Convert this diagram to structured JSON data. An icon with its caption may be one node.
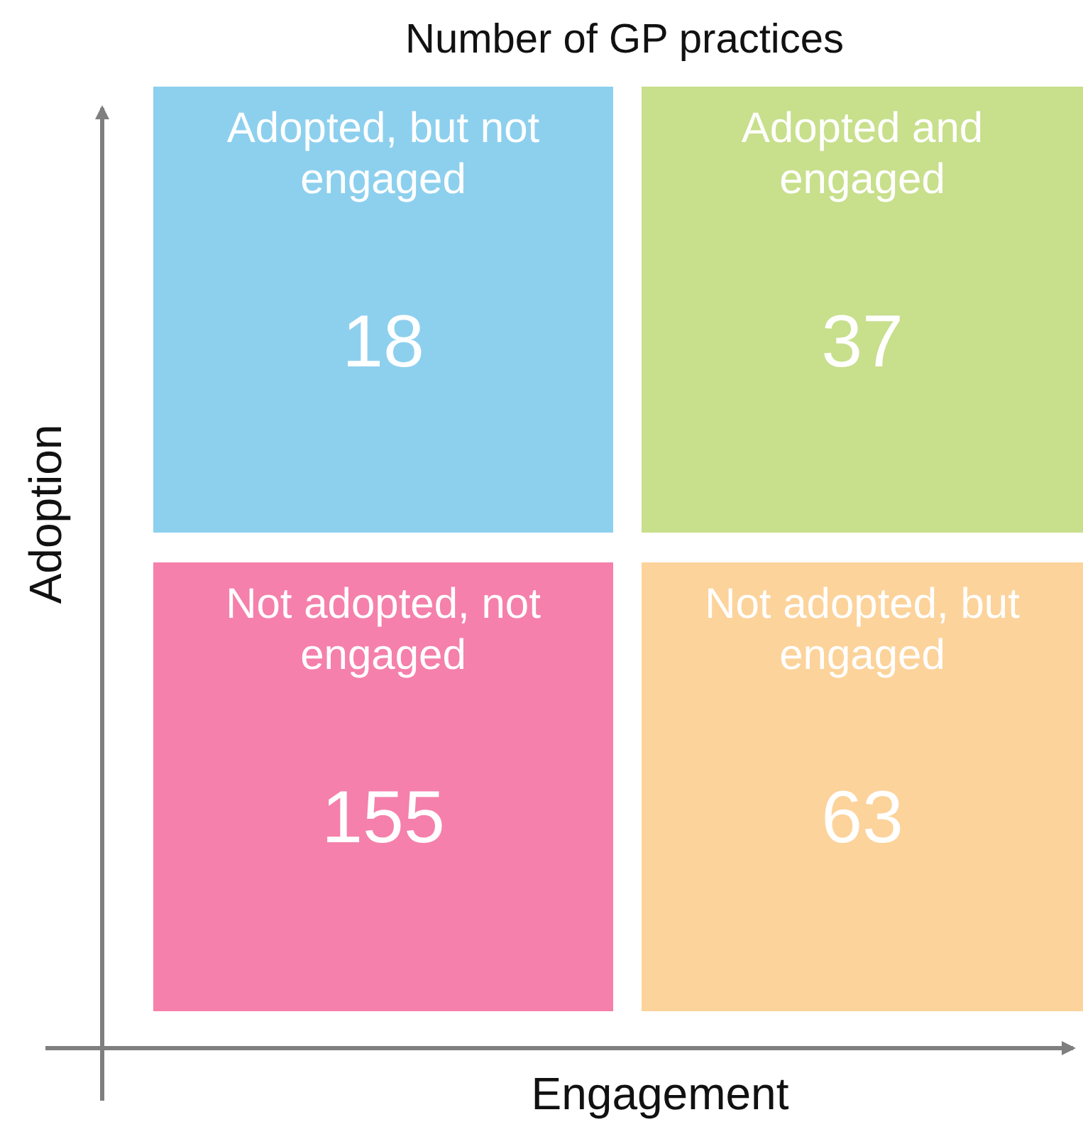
{
  "diagram": {
    "title": "Number of GP practices",
    "nodes": [
      {
        "text": [
          "Adopted, but not engaged",
          "18"
        ]
      },
      {
        "text": [
          "Adopted and engaged",
          "37"
        ]
      },
      {
        "text": [
          "Not adopted, not engaged",
          "155"
        ]
      },
      {
        "text": [
          "Not adopted, but engaged",
          "63"
        ]
      }
    ],
    "labels": [
      "Adoption",
      "Engagement"
    ]
  }
}
